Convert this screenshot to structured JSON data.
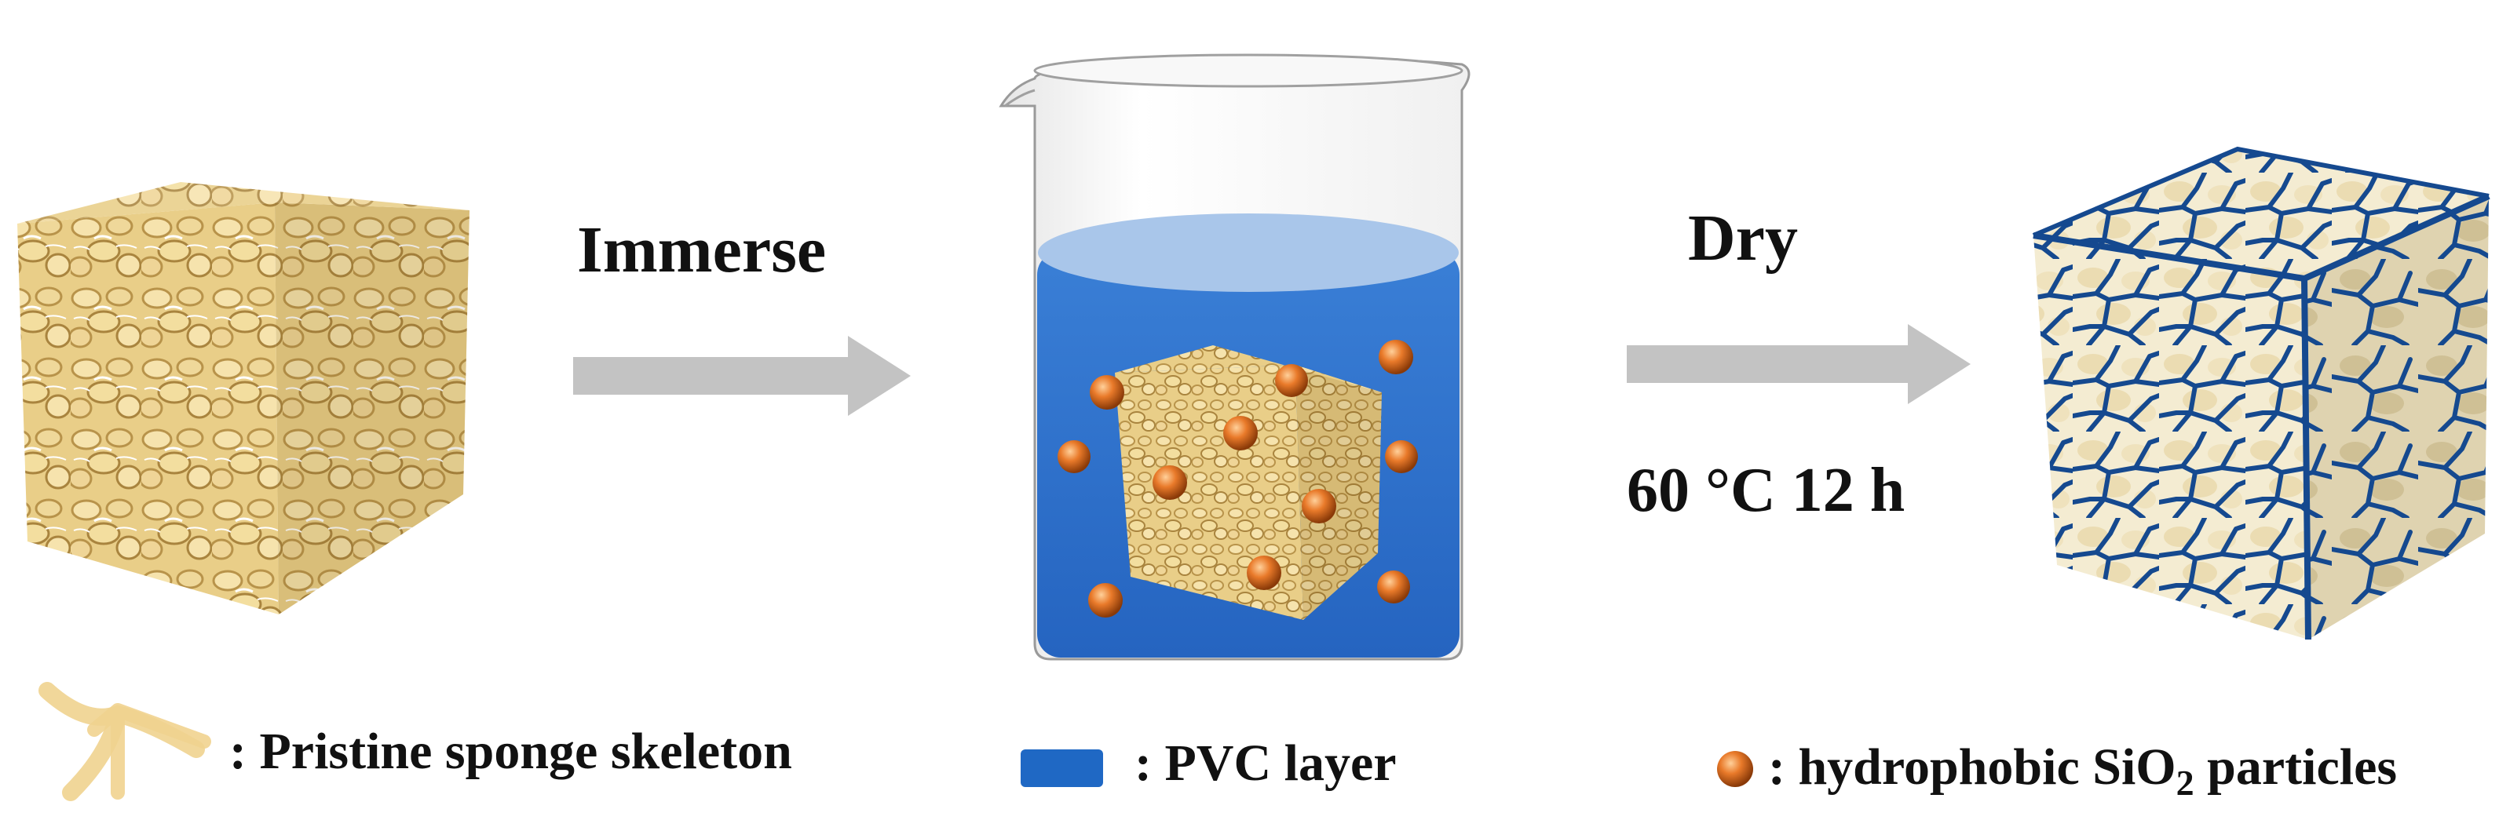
{
  "steps": {
    "immerse": "Immerse",
    "dry": "Dry",
    "conditions": "60 °C 12 h"
  },
  "legend": {
    "skeleton_label": ": Pristine sponge skeleton",
    "pvc_label": ": PVC layer",
    "sio2_prefix": ": hydrophobic SiO",
    "sio2_subscript": "2",
    "sio2_suffix": " particles"
  },
  "colors": {
    "sponge": "#ebd08c",
    "sponge_dark": "#b48a3c",
    "pvc": "#2f6fcf",
    "pvc_light": "#a9c6ea",
    "sio2": "#e0782a",
    "coated_network": "#15498f",
    "arrow": "#c3c3c3"
  }
}
